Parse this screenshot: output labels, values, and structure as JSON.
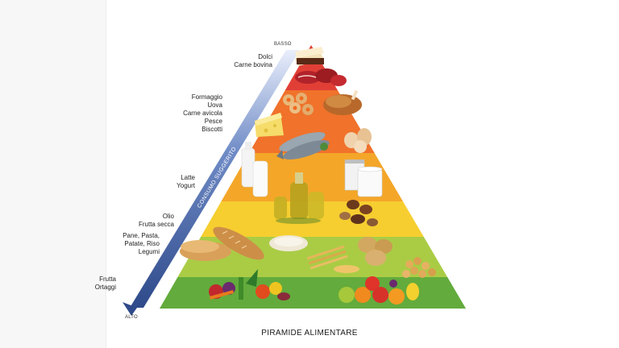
{
  "title": "PIRAMIDE ALIMENTARE",
  "axis": {
    "label": "CONSUMO SUGGERITO",
    "top_label": "BASSO",
    "bottom_label": "ALTO"
  },
  "tiers": [
    {
      "label_lines": [
        "Dolci",
        "Carne bovina"
      ],
      "color": "#e0342a"
    },
    {
      "label_lines": [
        "Formaggio",
        "Uova",
        "Carne avicola",
        "Pesce",
        "Biscotti"
      ],
      "color": "#f06a1e"
    },
    {
      "label_lines": [
        "Latte",
        "Yogurt"
      ],
      "color": "#f4a11c"
    },
    {
      "label_lines": [
        "Olio",
        "Frutta secca"
      ],
      "color": "#f6cb24"
    },
    {
      "label_lines": [
        "Pane, Pasta,",
        "Patate, Riso",
        "Legumi"
      ],
      "color": "#a5c93a"
    },
    {
      "label_lines": [
        "Frutta",
        "Ortaggi"
      ],
      "color": "#5aa630"
    }
  ],
  "food_icons": [
    "cake-icon",
    "red-meat-icon",
    "donuts-icon",
    "roast-chicken-icon",
    "cheese-icon",
    "fish-icon",
    "eggs-icon",
    "milk-bottle-icon",
    "yogurt-jar-icon",
    "olive-oil-icon",
    "chestnut-icon",
    "bread-icon",
    "rice-icon",
    "pasta-icon",
    "potato-icon",
    "chickpea-icon",
    "vegetables-icon",
    "fruit-icon"
  ]
}
